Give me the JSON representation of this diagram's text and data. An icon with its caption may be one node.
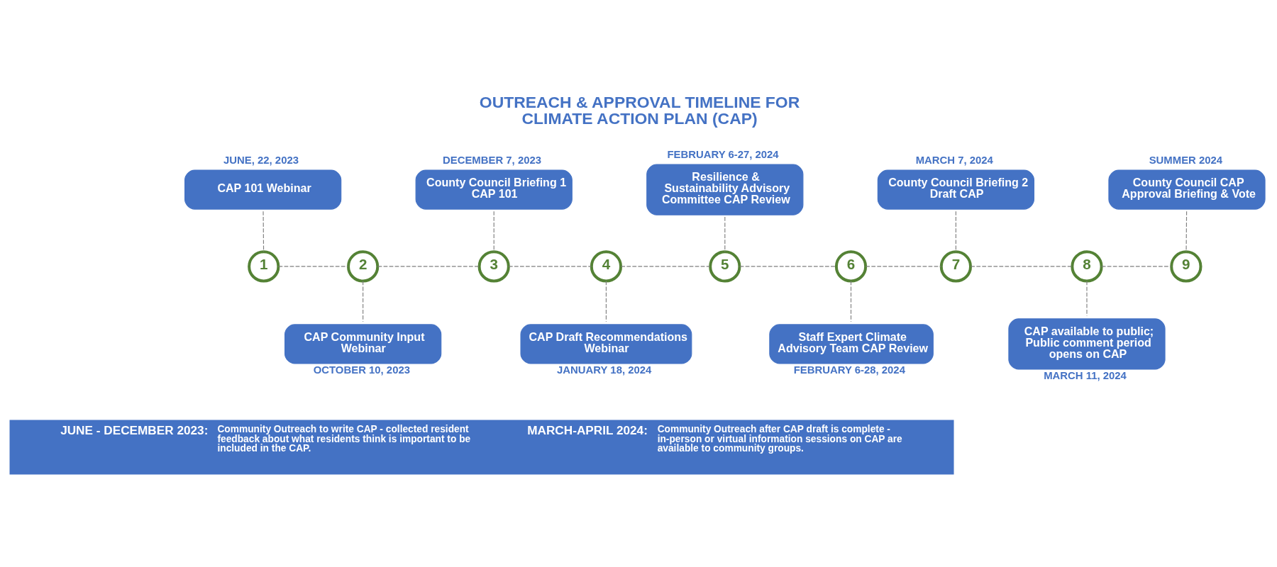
{
  "diagram": {
    "title": "OUTREACH & APPROVAL TIMELINE FOR CLIMATE ACTION PLAN (CAP)",
    "nodes": [
      {
        "text": [
          "CAP 101 Webinar"
        ],
        "beside": [
          "JUNE, 22, 2023"
        ]
      },
      {
        "text": [
          "1"
        ]
      },
      {
        "text": [
          "2"
        ]
      },
      {
        "text": [
          "CAP Community Input Webinar"
        ],
        "beside": [
          "OCTOBER 10, 2023"
        ]
      },
      {
        "text": [
          "County Council Briefing 1 CAP 101"
        ],
        "beside": [
          "DECEMBER 7, 2023"
        ]
      },
      {
        "text": [
          "3"
        ]
      },
      {
        "text": [
          "4"
        ]
      },
      {
        "text": [
          "CAP Draft Recommendations Webinar"
        ],
        "beside": [
          "JANUARY 18, 2024"
        ]
      },
      {
        "text": [
          "Resilience & Sustainability Advisory Committee CAP Review"
        ],
        "beside": [
          "FEBRUARY 6-27, 2024"
        ]
      },
      {
        "text": [
          "5"
        ]
      },
      {
        "text": [
          "6"
        ]
      },
      {
        "text": [
          "Staff Expert Climate Advisory Team CAP Review"
        ],
        "beside": [
          "FEBRUARY 6-28, 2024"
        ]
      },
      {
        "text": [
          "County Council Briefing 2 Draft CAP"
        ],
        "beside": [
          "MARCH 7, 2024"
        ]
      },
      {
        "text": [
          "7"
        ]
      },
      {
        "text": [
          "8"
        ]
      },
      {
        "text": [
          "CAP available to public; Public comment period opens on CAP"
        ],
        "beside": [
          "MARCH 11, 2024"
        ]
      },
      {
        "text": [
          "County Council CAP Approval Briefing & Vote"
        ],
        "beside": [
          "SUMMER 2024"
        ]
      },
      {
        "text": [
          "9"
        ]
      },
      {
        "text": [
          "JUNE - DECEMBER 2023:",
          "Community Outreach to write CAP - collected resident feedback about what residents think is important to be included in the CAP.",
          "MARCH-APRIL 2024:",
          "Community Outreach after CAP draft is complete -  in-person or virtual information sessions on CAP are available to community groups."
        ]
      }
    ],
    "edges": [
      {
        "from": 1,
        "to": 2,
        "arrow": "none",
        "style": "dashed"
      },
      {
        "from": 2,
        "to": 5,
        "arrow": "none",
        "style": "dashed"
      },
      {
        "from": 5,
        "to": 6,
        "arrow": "none",
        "style": "dashed"
      },
      {
        "from": 6,
        "to": 9,
        "arrow": "none",
        "style": "dashed"
      },
      {
        "from": 9,
        "to": 10,
        "arrow": "none",
        "style": "dashed"
      },
      {
        "from": 10,
        "to": 13,
        "arrow": "none",
        "style": "dashed"
      },
      {
        "from": 13,
        "to": 14,
        "arrow": "none",
        "style": "dashed"
      },
      {
        "from": 14,
        "to": 17,
        "arrow": "none",
        "style": "dashed"
      },
      {
        "from": 0,
        "to": 1,
        "arrow": "none",
        "style": "dashed"
      },
      {
        "from": 2,
        "to": 3,
        "arrow": "none",
        "style": "dashed"
      },
      {
        "from": 4,
        "to": 5,
        "arrow": "none",
        "style": "dashed"
      },
      {
        "from": 6,
        "to": 7,
        "arrow": "none",
        "style": "dashed"
      },
      {
        "from": 8,
        "to": 9,
        "arrow": "none",
        "style": "dashed"
      },
      {
        "from": 10,
        "to": 11,
        "arrow": "none",
        "style": "dashed"
      },
      {
        "from": 12,
        "to": 13,
        "arrow": "none",
        "style": "dashed"
      },
      {
        "from": 14,
        "to": 15,
        "arrow": "none",
        "style": "dashed"
      },
      {
        "from": 16,
        "to": 17,
        "arrow": "none",
        "style": "dashed"
      }
    ]
  }
}
